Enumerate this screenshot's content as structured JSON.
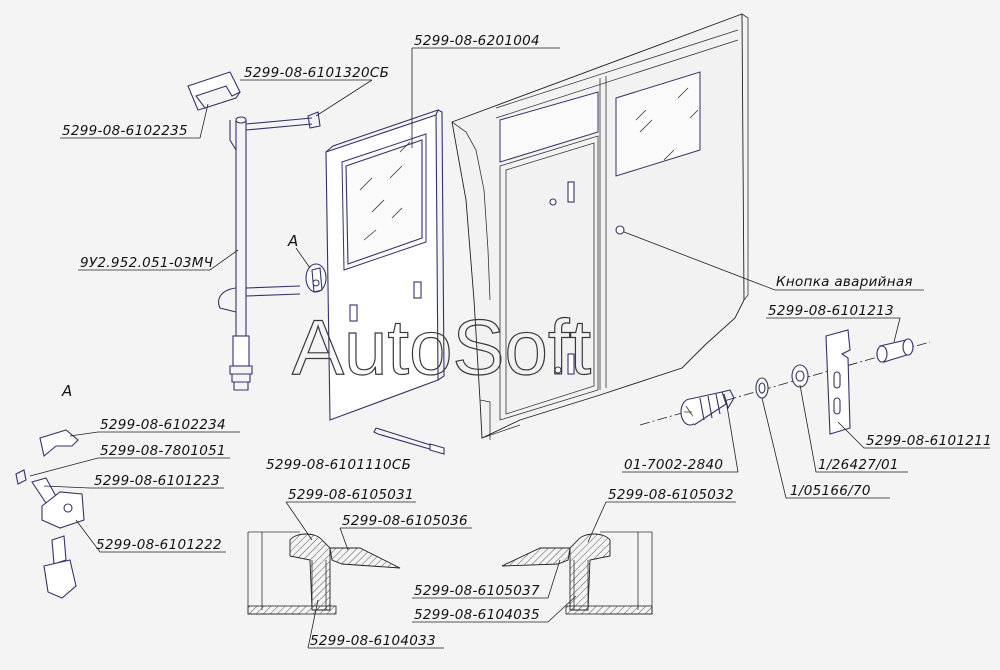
{
  "labels": {
    "door_assembly": "5299-08-6201004",
    "lock_assembly": "5299-08-6101320СБ",
    "bracket_top": "5299-08-6102235",
    "cylinder": "9У2.952.051-03МЧ",
    "emergency_button": "Кнопка аварийная",
    "handle_rod": "5299-08-6101110СБ",
    "bushing": "5299-08-6101213",
    "plate": "5299-08-6101211",
    "bolt": "01-7002-2840",
    "washer_a": "1/26427/01",
    "washer_b": "1/05166/70",
    "detail_bracket": "5299-08-6102234",
    "detail_pin": "5299-08-7801051",
    "detail_lever": "5299-08-6101223",
    "detail_base": "5299-08-6101222",
    "seal_left_top": "5299-08-6105031",
    "seal_left_mid": "5299-08-6105036",
    "seal_left_bottom": "5299-08-6104033",
    "seal_right_top": "5299-08-6105032",
    "seal_right_mid": "5299-08-6105037",
    "seal_right_bottom": "5299-08-6104035"
  },
  "markers": {
    "view_a_callout": "А",
    "view_a_title": "А"
  },
  "watermark": "AutoSoft"
}
